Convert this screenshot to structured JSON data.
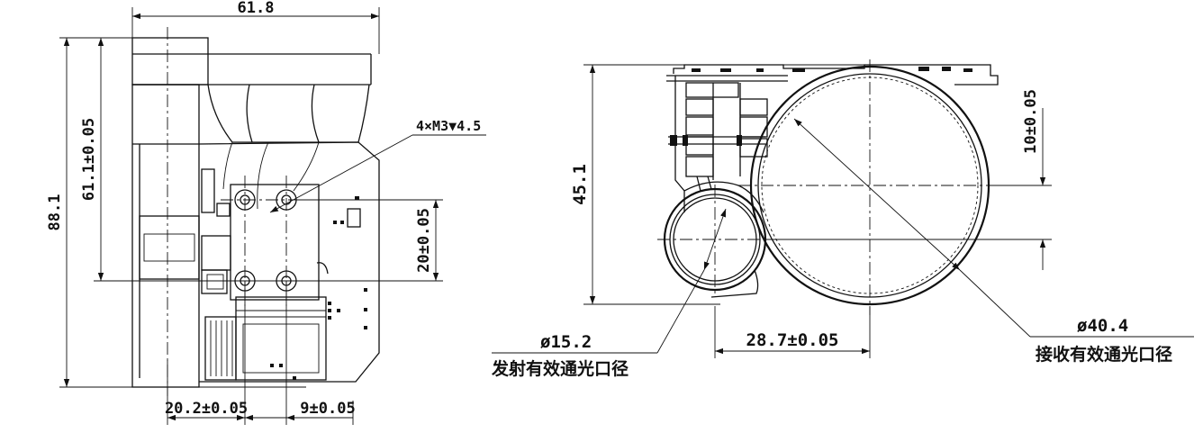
{
  "front_view": {
    "width_dim": "61.8",
    "height_total_dim": "88.1",
    "height_mount_dim": "61.1±0.05",
    "hole_callout": "4×M3▼4.5",
    "hole_spacing_v_dim": "20±0.05",
    "hole_offset_dim": "20.2±0.05",
    "hole_spacing_h_dim": "9±0.05"
  },
  "side_view": {
    "height_dim": "45.1",
    "offset_v_dim": "10±0.05",
    "center_distance_dim": "28.7±0.05",
    "emit_diameter": "ø15.2",
    "emit_label": "发射有效通光口径",
    "receive_diameter": "ø40.4",
    "receive_label": "接收有效通光口径"
  }
}
